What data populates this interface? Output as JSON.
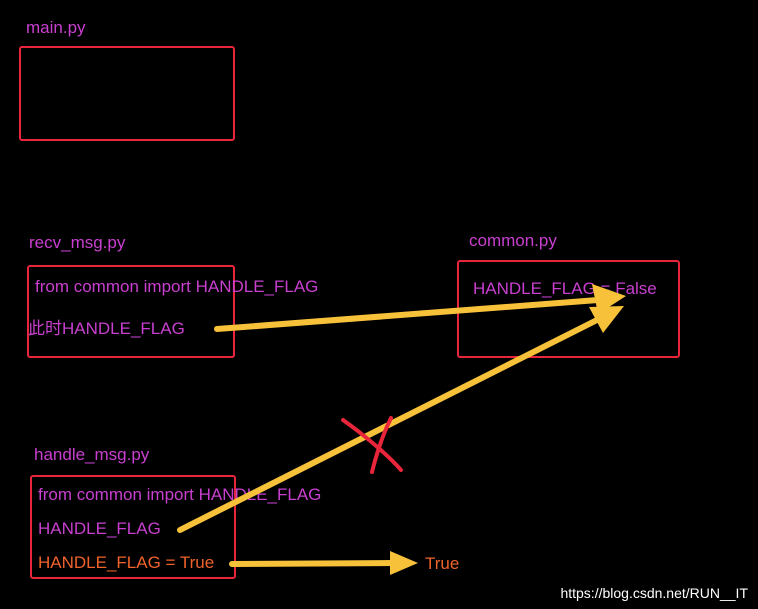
{
  "main": {
    "label": "main.py"
  },
  "recv": {
    "label": "recv_msg.py",
    "lines": [
      "from common import HANDLE_FLAG",
      "此时HANDLE_FLAG"
    ]
  },
  "common": {
    "label": "common.py",
    "lines": [
      "HANDLE_FLAG = False"
    ]
  },
  "handle": {
    "label": "handle_msg.py",
    "lines": [
      "from common import HANDLE_FLAG",
      "HANDLE_FLAG",
      "HANDLE_FLAG = True"
    ]
  },
  "result": {
    "value": "True"
  },
  "watermark": "https://blog.csdn.net/RUN__IT",
  "colors": {
    "box_border": "#e8253a",
    "text_purple": "#c93fd0",
    "text_orange": "#f0632b",
    "arrow": "#f7c23a",
    "cross": "#e8253a"
  }
}
